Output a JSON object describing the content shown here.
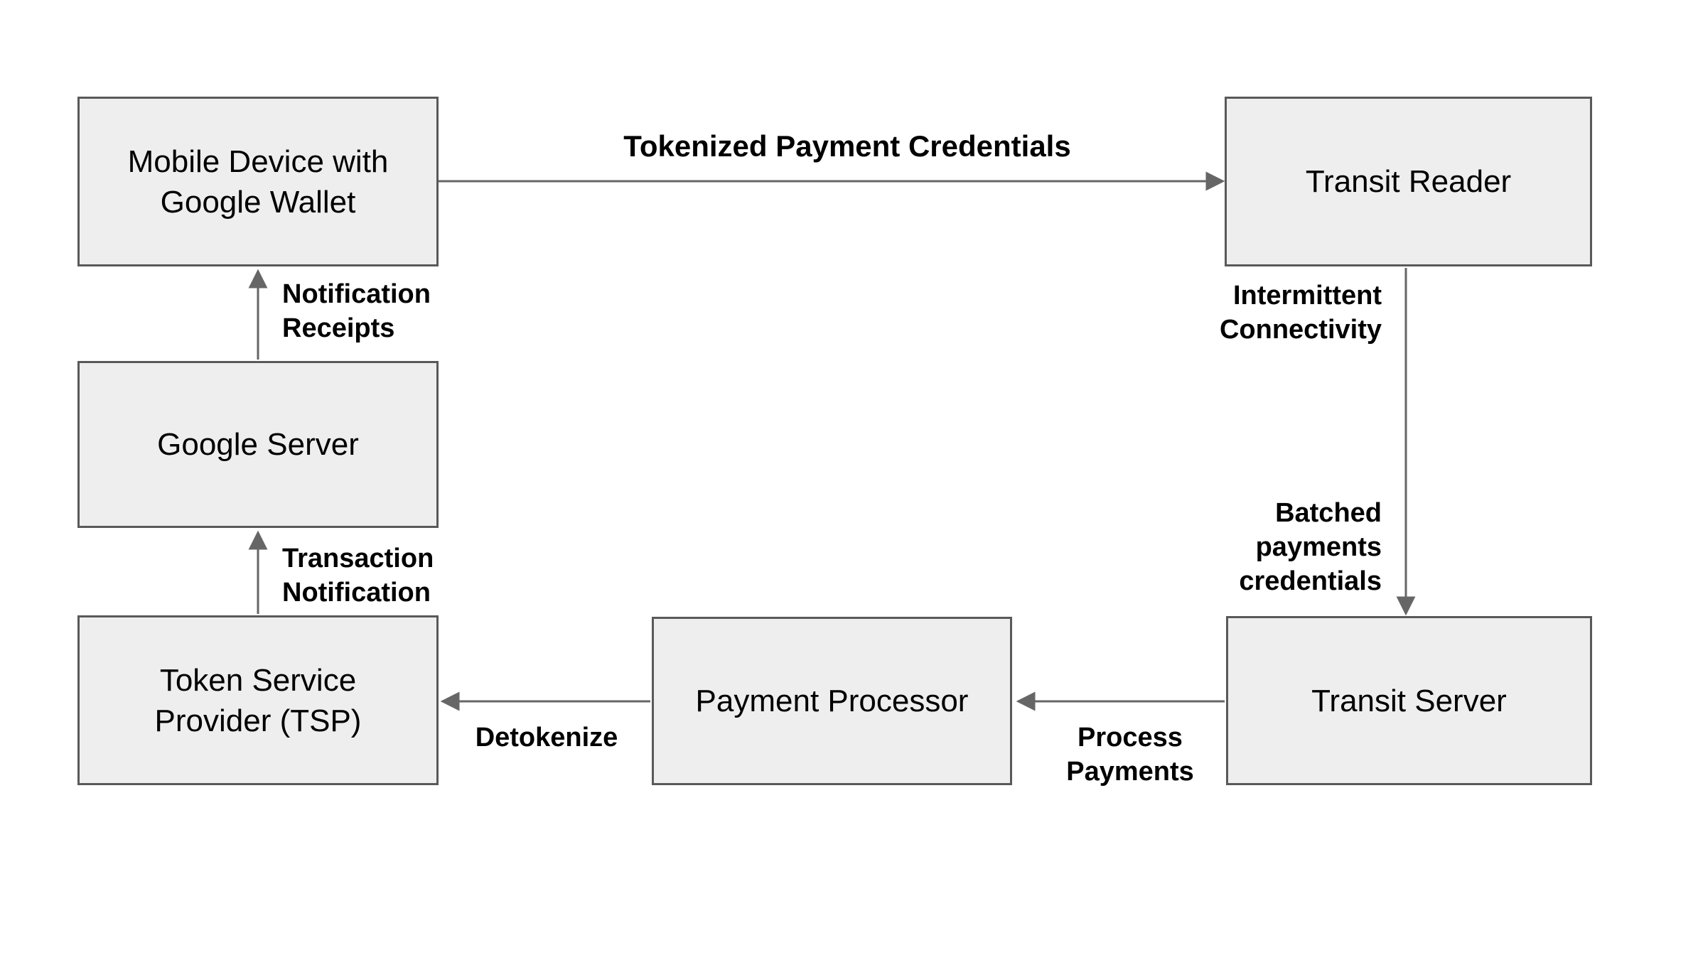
{
  "diagram": {
    "colors": {
      "background": "#ffffff",
      "node_fill": "#eeeeee",
      "node_border": "#595959",
      "connector": "#666666",
      "text": "#000000"
    },
    "nodes": {
      "mobile_device": {
        "label": "Mobile Device with\nGoogle Wallet"
      },
      "transit_reader": {
        "label": "Transit Reader"
      },
      "google_server": {
        "label": "Google Server"
      },
      "tsp": {
        "label": "Token Service\nProvider (TSP)"
      },
      "payment_processor": {
        "label": "Payment Processor"
      },
      "transit_server": {
        "label": "Transit Server"
      }
    },
    "edges": {
      "tokenized_payment_credentials": {
        "from": "mobile_device",
        "to": "transit_reader",
        "label": "Tokenized Payment Credentials"
      },
      "reader_to_server": {
        "from": "transit_reader",
        "to": "transit_server",
        "labels": [
          "Intermittent\nConnectivity",
          "Batched\npayments\ncredentials"
        ]
      },
      "notification_receipts": {
        "from": "google_server",
        "to": "mobile_device",
        "label": "Notification\nReceipts"
      },
      "transaction_notification": {
        "from": "tsp",
        "to": "google_server",
        "label": "Transaction\nNotification"
      },
      "detokenize": {
        "from": "payment_processor",
        "to": "tsp",
        "label": "Detokenize"
      },
      "process_payments": {
        "from": "transit_server",
        "to": "payment_processor",
        "label": "Process\nPayments"
      }
    }
  }
}
